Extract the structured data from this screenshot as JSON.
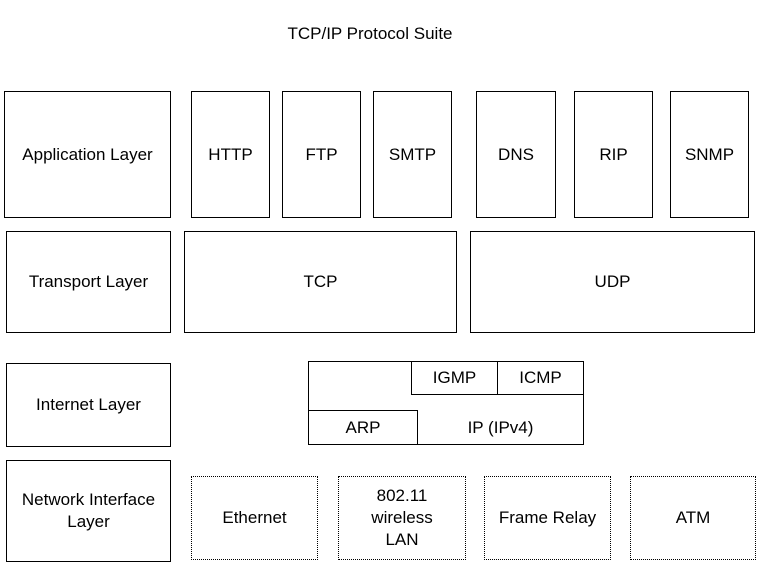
{
  "title": "TCP/IP Protocol Suite",
  "layers": {
    "application": "Application Layer",
    "transport": "Transport Layer",
    "internet": "Internet Layer",
    "network_interface": "Network Interface Layer"
  },
  "application_protocols": [
    "HTTP",
    "FTP",
    "SMTP",
    "DNS",
    "RIP",
    "SNMP"
  ],
  "transport_protocols": [
    "TCP",
    "UDP"
  ],
  "internet_protocols": {
    "igmp": "IGMP",
    "icmp": "ICMP",
    "arp": "ARP",
    "ip": "IP (IPv4)"
  },
  "network_technologies": [
    "Ethernet",
    "802.11 wireless LAN",
    "Frame Relay",
    "ATM"
  ]
}
